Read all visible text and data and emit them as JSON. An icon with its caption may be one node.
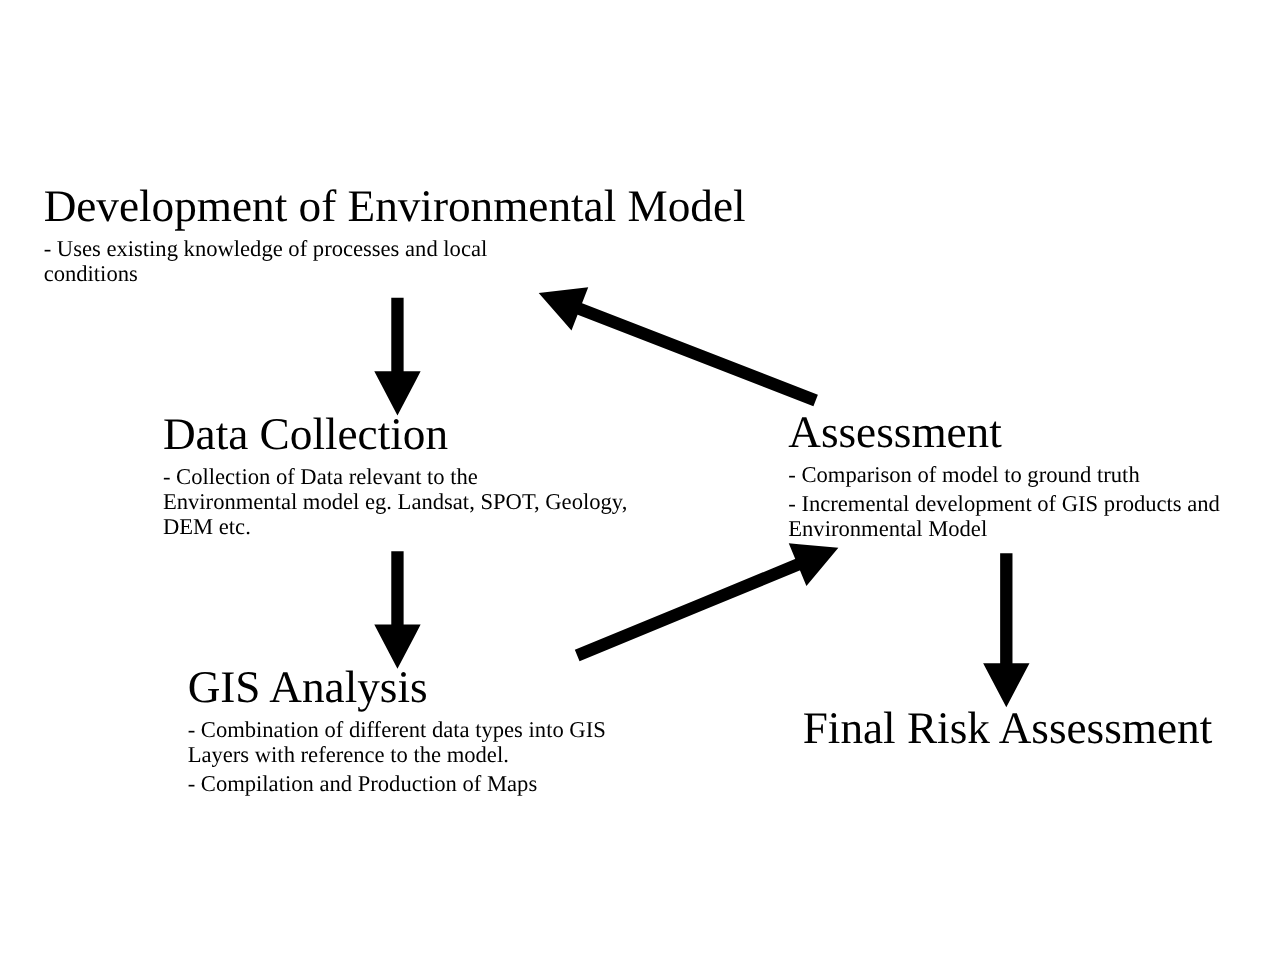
{
  "diagram": {
    "nodes": [
      {
        "text": [
          "Development of Environmental Model",
          "- Uses existing knowledge of processes and local conditions"
        ]
      },
      {
        "text": [
          "Data Collection",
          "- Collection of Data relevant to the Environmental model eg. Landsat, SPOT, Geology, DEM etc."
        ]
      },
      {
        "text": [
          "GIS Analysis",
          "- Combination of different data types into GIS Layers with reference to the model.",
          "- Compilation and Production of Maps"
        ]
      },
      {
        "text": [
          "Assessment",
          "- Comparison of model to ground truth",
          "- Incremental development of GIS products and Environmental Model"
        ]
      },
      {
        "text": [
          "Final Risk Assessment"
        ]
      }
    ],
    "edges": [
      {
        "from": 0,
        "to": 1,
        "arrow": "to"
      },
      {
        "from": 1,
        "to": 2,
        "arrow": "to"
      },
      {
        "from": 2,
        "to": 3,
        "arrow": "to"
      },
      {
        "from": 3,
        "to": 0,
        "arrow": "to"
      },
      {
        "from": 3,
        "to": 4,
        "arrow": "to"
      }
    ]
  }
}
